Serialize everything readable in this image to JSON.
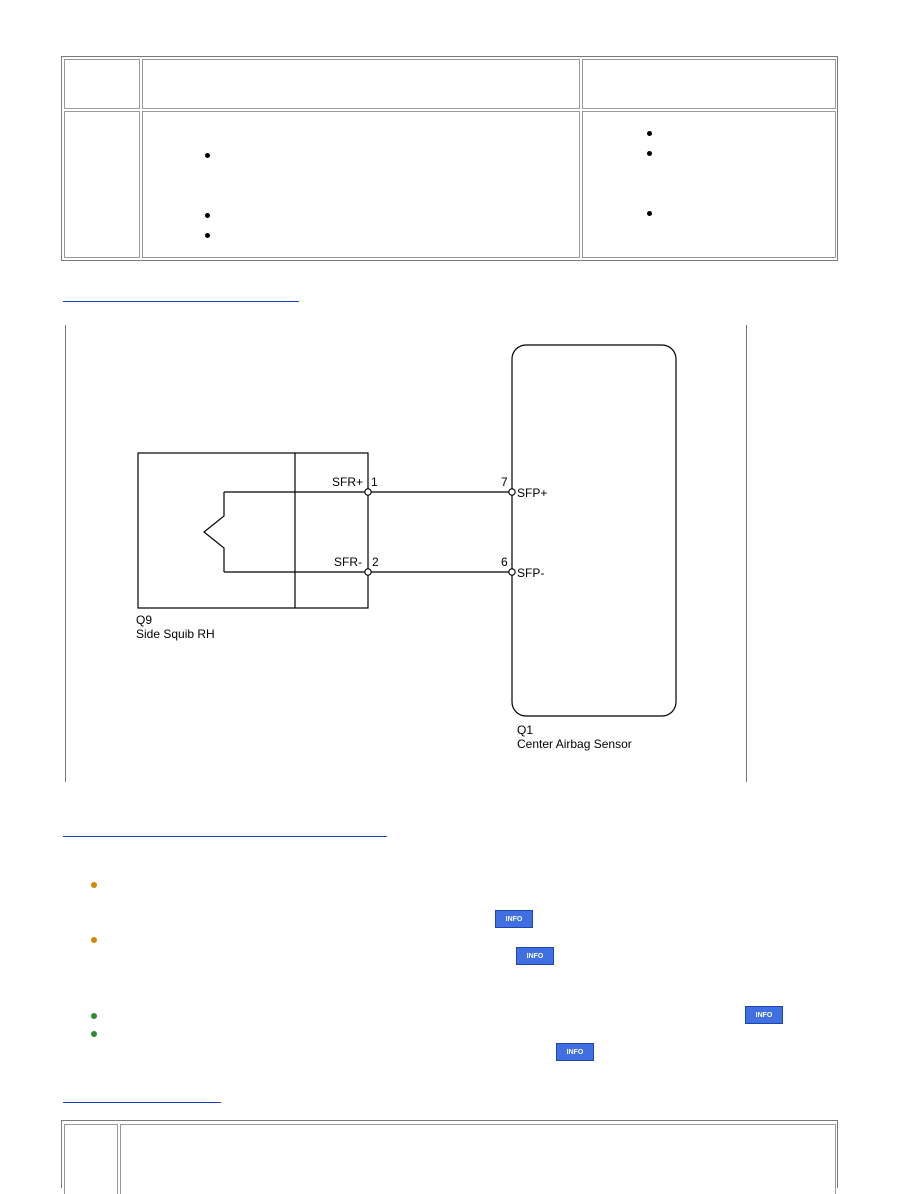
{
  "diagram": {
    "left_component": {
      "id": "Q9",
      "name": "Side Squib RH"
    },
    "right_component": {
      "id": "Q1",
      "name": "Center Airbag Sensor"
    },
    "pins": {
      "sfr_plus": {
        "label": "SFR+",
        "number": "1"
      },
      "sfr_minus": {
        "label": "SFR-",
        "number": "2"
      },
      "sfp_plus": {
        "label": "SFP+",
        "number": "7"
      },
      "sfp_minus": {
        "label": "SFP-",
        "number": "6"
      }
    }
  },
  "info_button_label": "INFO",
  "colors": {
    "caution_bullet": "#d08a00",
    "hint_bullet": "#2e8b2e",
    "info_button": "#3f6fe0",
    "link_underline": "#1a3fbf"
  }
}
